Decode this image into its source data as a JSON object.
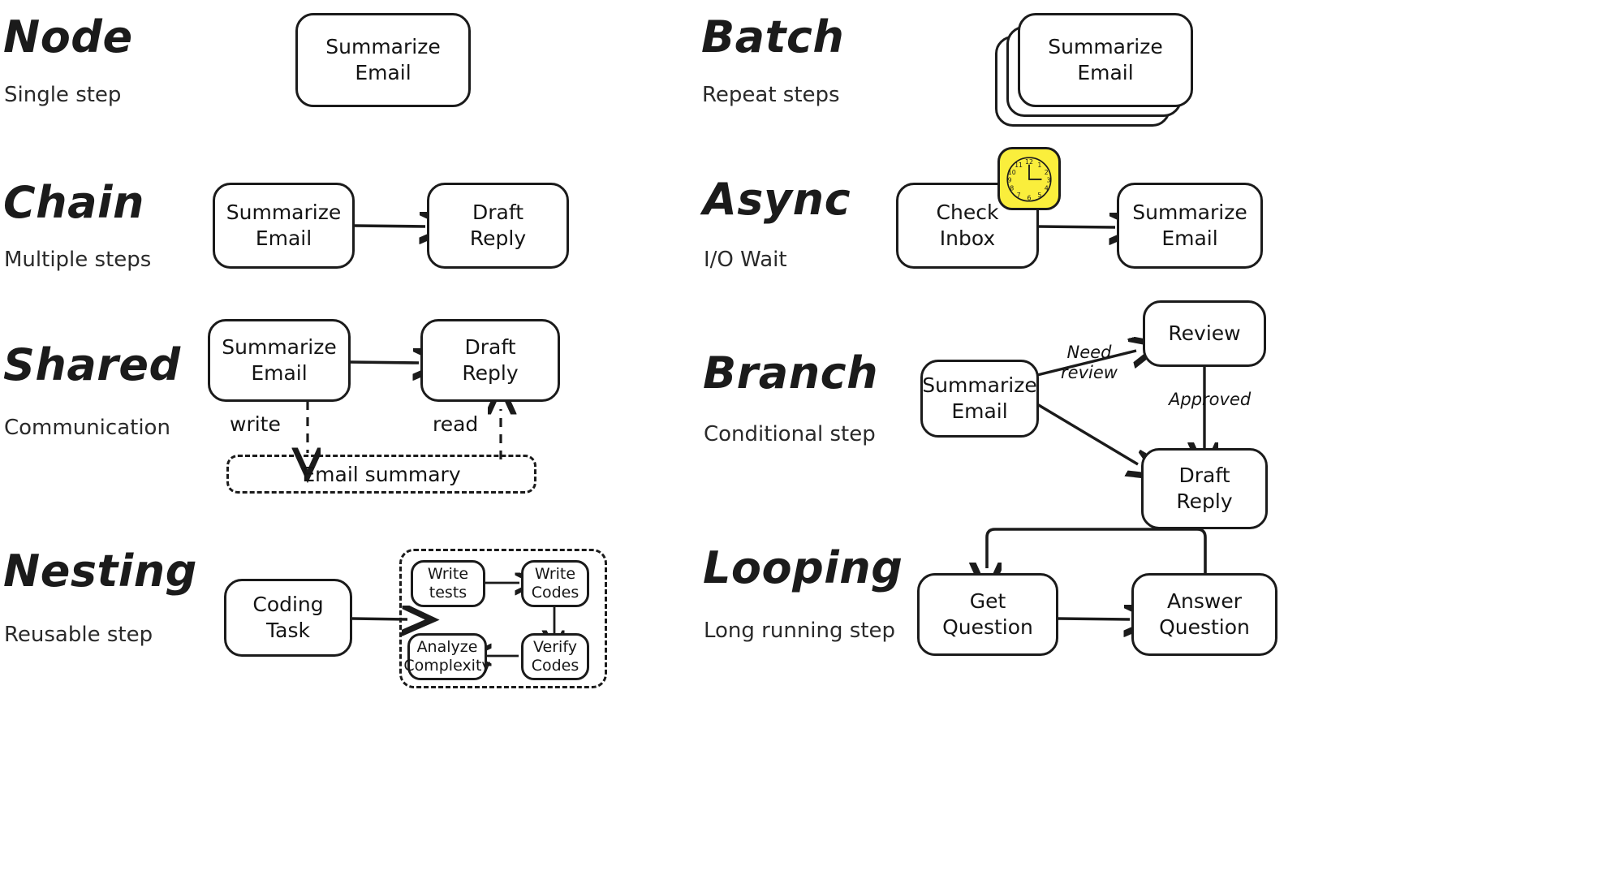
{
  "diagram": {
    "title_style": "handwritten-whiteboard",
    "background": "#ffffff",
    "ink_color": "#1b1b1b",
    "accent_color": "#faee3c"
  },
  "patterns": [
    {
      "id": "node",
      "title": "Node",
      "subtitle": "Single step",
      "nodes": [
        {
          "label": "Summarize\nEmail"
        }
      ]
    },
    {
      "id": "batch",
      "title": "Batch",
      "subtitle": "Repeat steps",
      "nodes": [
        {
          "label": "Summarize\nEmail"
        }
      ],
      "stack_count": 3
    },
    {
      "id": "chain",
      "title": "Chain",
      "subtitle": "Multiple steps",
      "nodes": [
        {
          "label": "Summarize\nEmail"
        },
        {
          "label": "Draft\nReply"
        }
      ]
    },
    {
      "id": "async",
      "title": "Async",
      "subtitle": "I/O Wait",
      "nodes": [
        {
          "label": "Check\nInbox"
        },
        {
          "label": "Summarize\nEmail"
        }
      ],
      "icon": "clock-icon",
      "clock_hour_numerals": [
        "12",
        "1",
        "2",
        "3",
        "4",
        "5",
        "6",
        "7",
        "8",
        "9",
        "10",
        "11"
      ]
    },
    {
      "id": "shared",
      "title": "Shared",
      "subtitle": "Communication",
      "nodes": [
        {
          "label": "Summarize\nEmail"
        },
        {
          "label": "Draft\nReply"
        }
      ],
      "store": {
        "label": "Email summary"
      },
      "edge_labels": [
        "write",
        "read"
      ]
    },
    {
      "id": "branch",
      "title": "Branch",
      "subtitle": "Conditional step",
      "nodes": [
        {
          "label": "Summarize\nEmail"
        },
        {
          "label": "Review"
        },
        {
          "label": "Draft\nReply"
        }
      ],
      "edge_labels": [
        "Need\nreview",
        "Approved"
      ]
    },
    {
      "id": "nesting",
      "title": "Nesting",
      "subtitle": "Reusable step",
      "nodes": [
        {
          "label": "Coding\nTask"
        }
      ],
      "inner_nodes": [
        {
          "label": "Write\ntests"
        },
        {
          "label": "Write\nCodes"
        },
        {
          "label": "Verify\nCodes"
        },
        {
          "label": "Analyze\nComplexity"
        }
      ]
    },
    {
      "id": "looping",
      "title": "Looping",
      "subtitle": "Long running step",
      "nodes": [
        {
          "label": "Get\nQuestion"
        },
        {
          "label": "Answer\nQuestion"
        }
      ]
    }
  ]
}
